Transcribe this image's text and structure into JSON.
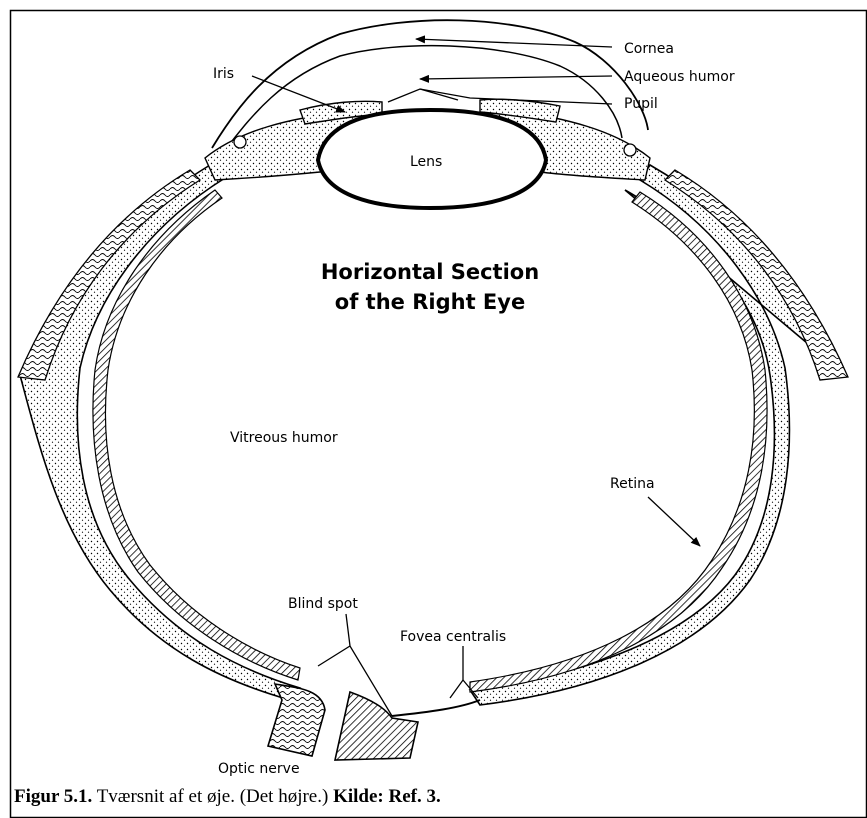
{
  "diagram": {
    "title_lines": [
      "Horizontal Section",
      "of the Right Eye"
    ],
    "labels": {
      "cornea": "Cornea",
      "aqueous_humor": "Aqueous humor",
      "pupil": "Pupil",
      "iris": "Iris",
      "lens": "Lens",
      "vitreous_humor": "Vitreous humor",
      "retina": "Retina",
      "blind_spot": "Blind spot",
      "fovea_centralis": "Fovea centralis",
      "optic_nerve": "Optic nerve"
    }
  },
  "caption": {
    "prefix": "Figur 5.1.",
    "text": " Tværsnit af et øje. (Det højre.) ",
    "source": "Kilde: Ref. 3."
  }
}
